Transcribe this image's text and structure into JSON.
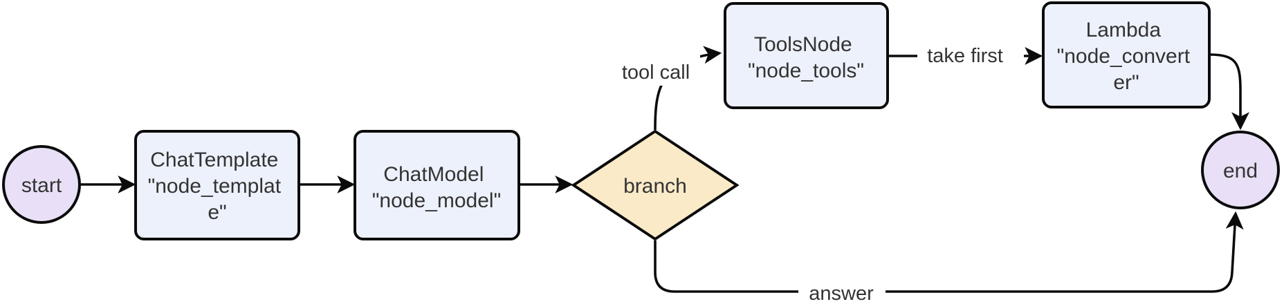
{
  "diagram_type": "flowchart",
  "colors": {
    "background": "#ffffff",
    "node_fill": "#edf1fb",
    "circle_fill": "#e9e0f7",
    "diamond_fill": "#faeac8",
    "stroke": "#0b0b0b",
    "text": "#333333",
    "edge_label_bg": "#ffffff"
  },
  "nodes": {
    "start": {
      "label": "start",
      "shape": "circle"
    },
    "chat_template": {
      "shape": "rect",
      "lines": [
        "ChatTemplate",
        "\"node_templat",
        "e\""
      ]
    },
    "chat_model": {
      "shape": "rect",
      "lines": [
        "ChatModel",
        "\"node_model\""
      ]
    },
    "branch": {
      "label": "branch",
      "shape": "diamond"
    },
    "tools_node": {
      "shape": "rect",
      "lines": [
        "ToolsNode",
        "\"node_tools\""
      ]
    },
    "lambda": {
      "shape": "rect",
      "lines": [
        "Lambda",
        "\"node_convert",
        "er\""
      ]
    },
    "end": {
      "label": "end",
      "shape": "circle"
    }
  },
  "edges": [
    {
      "from": "start",
      "to": "chat_template",
      "label": ""
    },
    {
      "from": "chat_template",
      "to": "chat_model",
      "label": ""
    },
    {
      "from": "chat_model",
      "to": "branch",
      "label": ""
    },
    {
      "from": "branch",
      "to": "tools_node",
      "label": "tool call"
    },
    {
      "from": "tools_node",
      "to": "lambda",
      "label": "take first"
    },
    {
      "from": "lambda",
      "to": "end",
      "label": ""
    },
    {
      "from": "branch",
      "to": "end",
      "label": "answer"
    }
  ]
}
